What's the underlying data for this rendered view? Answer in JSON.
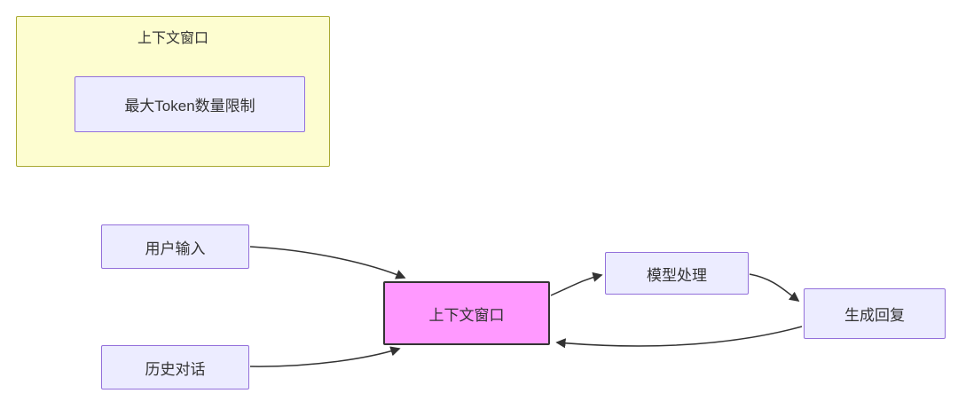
{
  "diagram": {
    "type": "flowchart",
    "subgraph": {
      "title": "上下文窗口",
      "node": {
        "label": "最大Token数量限制"
      }
    },
    "nodes": {
      "user_input": {
        "label": "用户输入"
      },
      "history": {
        "label": "历史对话"
      },
      "context_window": {
        "label": "上下文窗口"
      },
      "model_process": {
        "label": "模型处理"
      },
      "reply": {
        "label": "生成回复"
      }
    },
    "edges": [
      {
        "from": "用户输入",
        "to": "上下文窗口"
      },
      {
        "from": "历史对话",
        "to": "上下文窗口"
      },
      {
        "from": "上下文窗口",
        "to": "模型处理"
      },
      {
        "from": "模型处理",
        "to": "生成回复"
      },
      {
        "from": "生成回复",
        "to": "上下文窗口"
      }
    ],
    "colors": {
      "node_fill": "#ECECFF",
      "node_border": "#9370DB",
      "subgraph_fill": "#FDFDD0",
      "subgraph_border": "#AAAA33",
      "highlight_fill": "#FF99FF",
      "highlight_border": "#333333",
      "edge_color": "#333333",
      "text_color": "#333333"
    }
  }
}
